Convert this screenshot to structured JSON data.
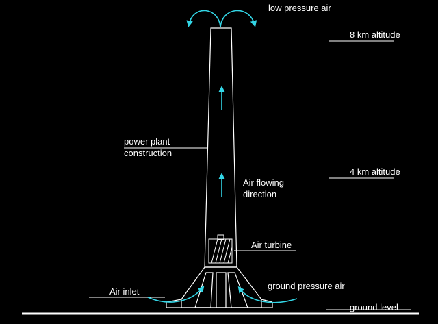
{
  "labels": {
    "low_pressure_air": "low pressure air",
    "altitude_8km": "8 km altitude",
    "altitude_4km": "4 km altitude",
    "construction_line1": "power plant",
    "construction_line2": "construction",
    "airflow_line1": "Air flowing",
    "airflow_line2": "direction",
    "air_turbine": "Air turbine",
    "air_inlet": "Air inlet",
    "ground_pressure_air": "ground pressure air",
    "ground_level": "ground level"
  },
  "colors": {
    "background": "#000000",
    "line": "#ffffff",
    "text": "#ffffff",
    "arrow": "#33d6e6"
  }
}
